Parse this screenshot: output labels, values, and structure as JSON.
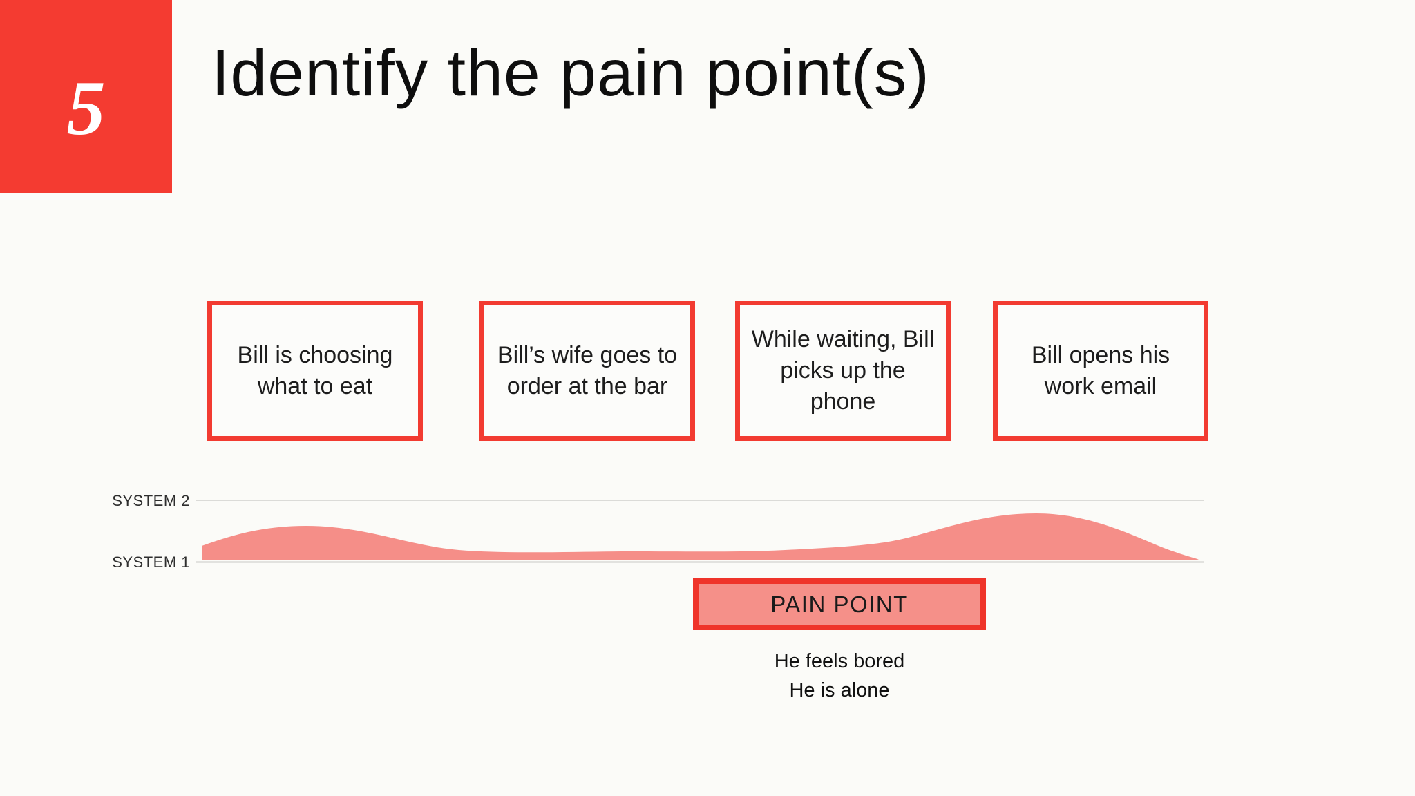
{
  "slide": {
    "step_number": "5",
    "title": "Identify the pain point(s)"
  },
  "journey_steps": [
    {
      "label": "Bill is choosing what to eat"
    },
    {
      "label": "Bill’s wife goes to order at the bar"
    },
    {
      "label": "While waiting, Bill picks up the phone"
    },
    {
      "label": "Bill opens his work email"
    }
  ],
  "axis": {
    "top_label": "SYSTEM 2",
    "bottom_label": "SYSTEM 1"
  },
  "pain_point": {
    "label": "PAIN POINT",
    "notes": {
      "0": "He feels bored",
      "1": "He is alone"
    }
  },
  "colors": {
    "accent_red": "#f23b31",
    "square_red": "#f43b31",
    "pain_border_red": "#ef342a",
    "wave_salmon": "#f58e88",
    "pain_fill_salmon": "#f59089",
    "axis_line_gray": "#dbdbd8",
    "background": "#fbfbf8",
    "text_black": "#161616"
  },
  "chart_data": {
    "type": "area",
    "title": "",
    "xlabel": "",
    "ylabel": "",
    "y_axis_bands": [
      "SYSTEM 1",
      "SYSTEM 2"
    ],
    "ylim": [
      0,
      1
    ],
    "x_fraction": [
      0.0,
      0.104,
      0.25,
      0.42,
      0.56,
      0.68,
      0.835,
      1.0
    ],
    "values": [
      0.27,
      0.6,
      0.21,
      0.17,
      0.15,
      0.25,
      0.8,
      0.0
    ],
    "series_meaning": "emotion/engagement curve between SYSTEM 1 baseline and SYSTEM 2 line",
    "annotations": [
      {
        "label": "PAIN POINT",
        "x_fraction_range": [
          0.49,
          0.79
        ],
        "notes": [
          "He feels bored",
          "He is alone"
        ]
      }
    ],
    "grid": false,
    "legend": false
  }
}
